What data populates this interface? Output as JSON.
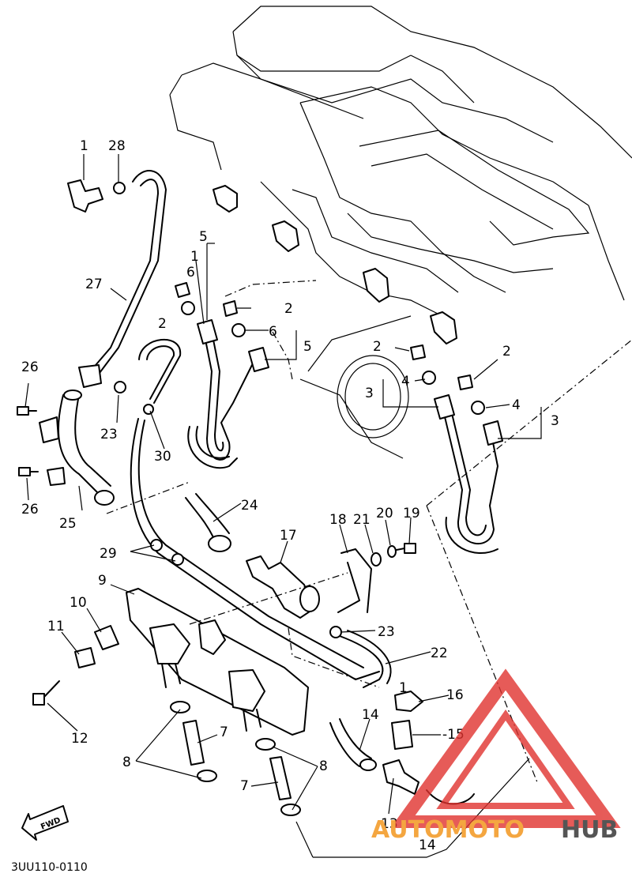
{
  "diagram": {
    "callouts": {
      "c1a": "1",
      "c28": "28",
      "c5a": "5",
      "c1b": "1",
      "c6a": "6",
      "c27": "27",
      "c2a": "2",
      "c2b": "2",
      "c6b": "6",
      "c5b": "5",
      "c2c": "2",
      "c2d": "2",
      "c4a": "4",
      "c3a": "3",
      "c4b": "4",
      "c3b": "3",
      "c26a": "26",
      "c23a": "23",
      "c30": "30",
      "c26b": "26",
      "c25": "25",
      "c24": "24",
      "c18": "18",
      "c21": "21",
      "c20": "20",
      "c19": "19",
      "c17": "17",
      "c29": "29",
      "c9": "9",
      "c10": "10",
      "c11": "11",
      "c23b": "23",
      "c22": "22",
      "c16": "16",
      "c1c": "1",
      "c14a": "14",
      "c15": "-15",
      "c12": "12",
      "c7a": "7",
      "c8a": "8",
      "c8b": "8",
      "c7b": "7",
      "c13": "13",
      "c14b": "14"
    },
    "fwd_label": "FWD",
    "diagram_code": "3UU110-0110"
  },
  "watermark": {
    "text_a": "AUTOMOTO",
    "text_b": "HUB",
    "color_primary": "#f4a640",
    "color_secondary": "#555555",
    "color_logo": "#e0332f"
  }
}
